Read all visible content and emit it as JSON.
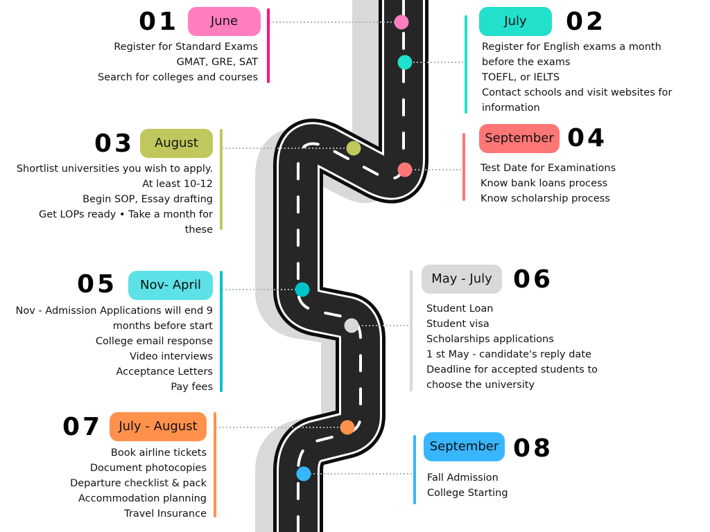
{
  "milestones": [
    {
      "number": "01",
      "period": "June",
      "color": "#FF7FBE",
      "bar_color": "#FF0F83",
      "items": [
        "Register for Standard Exams",
        "GMAT, GRE, SAT",
        "Search for colleges and courses"
      ]
    },
    {
      "number": "02",
      "period": "July",
      "color": "#21E0CC",
      "bar_color": "#21E0CC",
      "items": [
        "Register for English exams a month",
        "before the exams",
        "TOEFL, or IELTS",
        "Contact schools and visit websites for",
        "information"
      ]
    },
    {
      "number": "03",
      "period": "August",
      "color": "#C0C75C",
      "bar_color": "#C0C75C",
      "items": [
        "Shortlist universities you wish to apply.",
        "At least 10-12",
        "Begin SOP, Essay drafting",
        "Get LOPs ready • Take a month for",
        "these"
      ]
    },
    {
      "number": "04",
      "period": "September",
      "color": "#FF7676",
      "bar_color": "#FF7676",
      "items": [
        "Test Date for Examinations",
        "Know bank loans process",
        "Know scholarship process"
      ]
    },
    {
      "number": "05",
      "period": "Nov- April",
      "color": "#5CE1E6",
      "bar_color": "#00C2CB",
      "items": [
        "Nov - Admission Applications will end 9",
        "months before start",
        "College email response",
        "Video interviews",
        "Acceptance Letters",
        "Pay fees"
      ]
    },
    {
      "number": "06",
      "period": "May - July",
      "color": "#D9D9D9",
      "bar_color": "#D9D9D9",
      "items": [
        "Student Loan",
        "Student visa",
        "Scholarships applications",
        "1 st May - candidate's reply date",
        "Deadline for accepted students to",
        "choose the university"
      ]
    },
    {
      "number": "07",
      "period": "July - August",
      "color": "#FF914D",
      "bar_color": "#FF914D",
      "items": [
        "Book airline tickets",
        "Document photocopies",
        "Departure checklist & pack",
        "Accommodation planning",
        "Travel Insurance"
      ]
    },
    {
      "number": "08",
      "period": "September",
      "color": "#38B6FF",
      "bar_color": "#38B6FF",
      "items": [
        "Fall Admission",
        "College Starting"
      ]
    }
  ],
  "road": {
    "asphalt": "#262626",
    "edge": "#0d0d0d",
    "line": "#ffffff",
    "shadow": "#d9d9d9",
    "connector": "#aab4c4"
  }
}
